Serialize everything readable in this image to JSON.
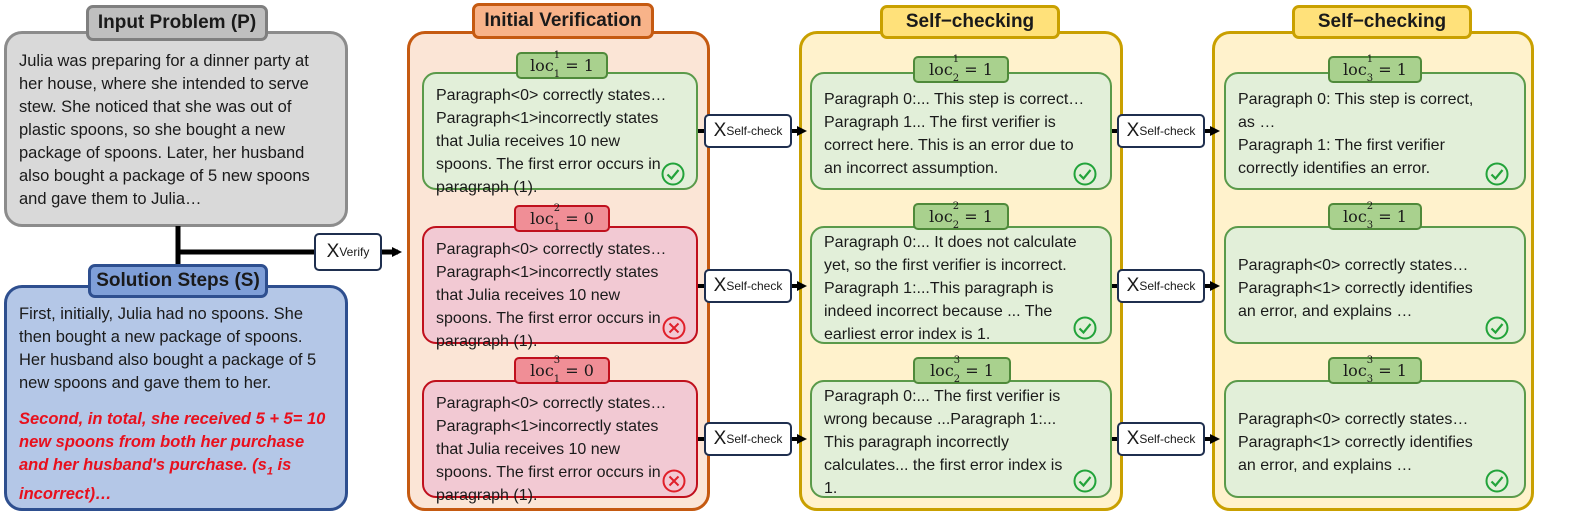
{
  "input_problem": {
    "title": "Input Problem (P)",
    "text": "Julia was preparing for a dinner party at\nher house, where she intended to serve\nstew. She noticed that she was out of\nplastic spoons, so she bought a new\npackage of spoons. Later, her husband\nalso bought a package of 5 new spoons\nand gave them to Julia…"
  },
  "solution_steps": {
    "title": "Solution Steps (S)",
    "text": "First, initially, Julia had no spoons. She\nthen bought a new package of spoons.\nHer husband also bought a package of 5\nnew spoons and gave them to her.",
    "error_text_main": "Second, in total, she received 5 + 5= 10\nnew spoons from both her purchase\nand her husband's purchase. (s",
    "error_sub": "1",
    "error_text_end": " is\nincorrect)…"
  },
  "operators": {
    "verify_main": "X",
    "verify_sub": "Verify",
    "selfcheck_main": "X",
    "selfcheck_sub": "Self-check"
  },
  "columns": [
    {
      "title": "Initial Verification",
      "cards": [
        {
          "loc_sub": "1",
          "loc_sup": "1",
          "loc_value": "1",
          "status": "correct",
          "text": "Paragraph<0> correctly states…\nParagraph<1>incorrectly states\nthat Julia receives 10 new\nspoons. The first error occurs in\nparagraph (1)."
        },
        {
          "loc_sub": "1",
          "loc_sup": "2",
          "loc_value": "0",
          "status": "incorrect",
          "text": "Paragraph<0> correctly states…\nParagraph<1>incorrectly states\nthat Julia receives 10 new\nspoons. The first error occurs in\nparagraph (1)."
        },
        {
          "loc_sub": "1",
          "loc_sup": "3",
          "loc_value": "0",
          "status": "incorrect",
          "text": "Paragraph<0> correctly states…\nParagraph<1>incorrectly states\nthat Julia receives 10 new\nspoons. The first error occurs in\nparagraph (1)."
        }
      ]
    },
    {
      "title": "Self−checking",
      "cards": [
        {
          "loc_sub": "2",
          "loc_sup": "1",
          "loc_value": "1",
          "status": "correct",
          "text": "Paragraph 0:... This step is correct…\nParagraph 1... The first verifier is\ncorrect here. This is an error due to\nan incorrect assumption."
        },
        {
          "loc_sub": "2",
          "loc_sup": "2",
          "loc_value": "1",
          "status": "correct",
          "text": "Paragraph 0:... It does not calculate\nyet, so the first verifier is incorrect.\nParagraph 1:...This paragraph is\nindeed incorrect because ... The\nearliest error index is 1."
        },
        {
          "loc_sub": "2",
          "loc_sup": "3",
          "loc_value": "1",
          "status": "correct",
          "text": "Paragraph 0:... The first verifier is\nwrong because ...Paragraph 1:...\nThis paragraph incorrectly\ncalculates... the first error index is\n1."
        }
      ]
    },
    {
      "title": "Self−checking",
      "cards": [
        {
          "loc_sub": "3",
          "loc_sup": "1",
          "loc_value": "1",
          "status": "correct",
          "text": "Paragraph 0: This step is correct,\n as …\nParagraph 1: The first verifier\ncorrectly identifies an error."
        },
        {
          "loc_sub": "3",
          "loc_sup": "2",
          "loc_value": "1",
          "status": "correct",
          "text": "Paragraph<0> correctly states…\nParagraph<1> correctly identifies\nan error, and explains …"
        },
        {
          "loc_sub": "3",
          "loc_sup": "3",
          "loc_value": "1",
          "status": "correct",
          "text": "Paragraph<0> correctly states…\nParagraph<1> correctly identifies\nan error, and explains …"
        }
      ]
    }
  ],
  "colors": {
    "problem_bg": "#d9d9d9",
    "solution_bg": "#b4c7e7",
    "verify_bg": "#fbe5d6",
    "selfcheck_bg": "#fff2cc",
    "correct": "#22a33a",
    "incorrect": "#e0202a"
  }
}
